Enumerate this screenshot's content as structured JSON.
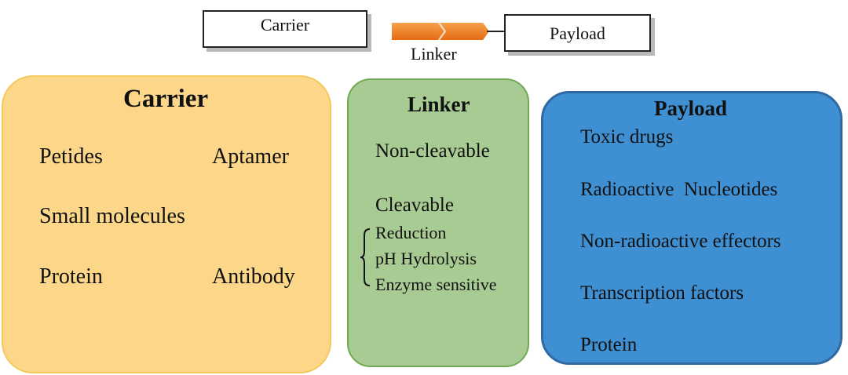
{
  "schematic": {
    "carrier_label": "Carrier",
    "payload_label": "Payload",
    "linker_label": "Linker"
  },
  "colors": {
    "carrier_fill": "#fcd789",
    "carrier_border": "#f4c95a",
    "linker_fill": "#a7cb92",
    "linker_border": "#72aa56",
    "payload_fill": "#3f8fd3",
    "payload_border": "#2f68a3",
    "linker_arrow": "#f07c1e"
  },
  "carrier": {
    "title": "Carrier",
    "items": [
      "Petides",
      "Aptamer",
      "Small molecules",
      "Protein",
      "Antibody"
    ]
  },
  "linker": {
    "title": "Linker",
    "non_cleavable": "Non-cleavable",
    "cleavable": "Cleavable",
    "cleavable_types": [
      "Reduction",
      "pH Hydrolysis",
      "Enzyme sensitive"
    ]
  },
  "payload": {
    "title": "Payload",
    "items": [
      "Toxic drugs",
      "Radioactive  Nucleotides",
      "Non-radioactive effectors",
      "Transcription factors",
      "Protein"
    ]
  }
}
